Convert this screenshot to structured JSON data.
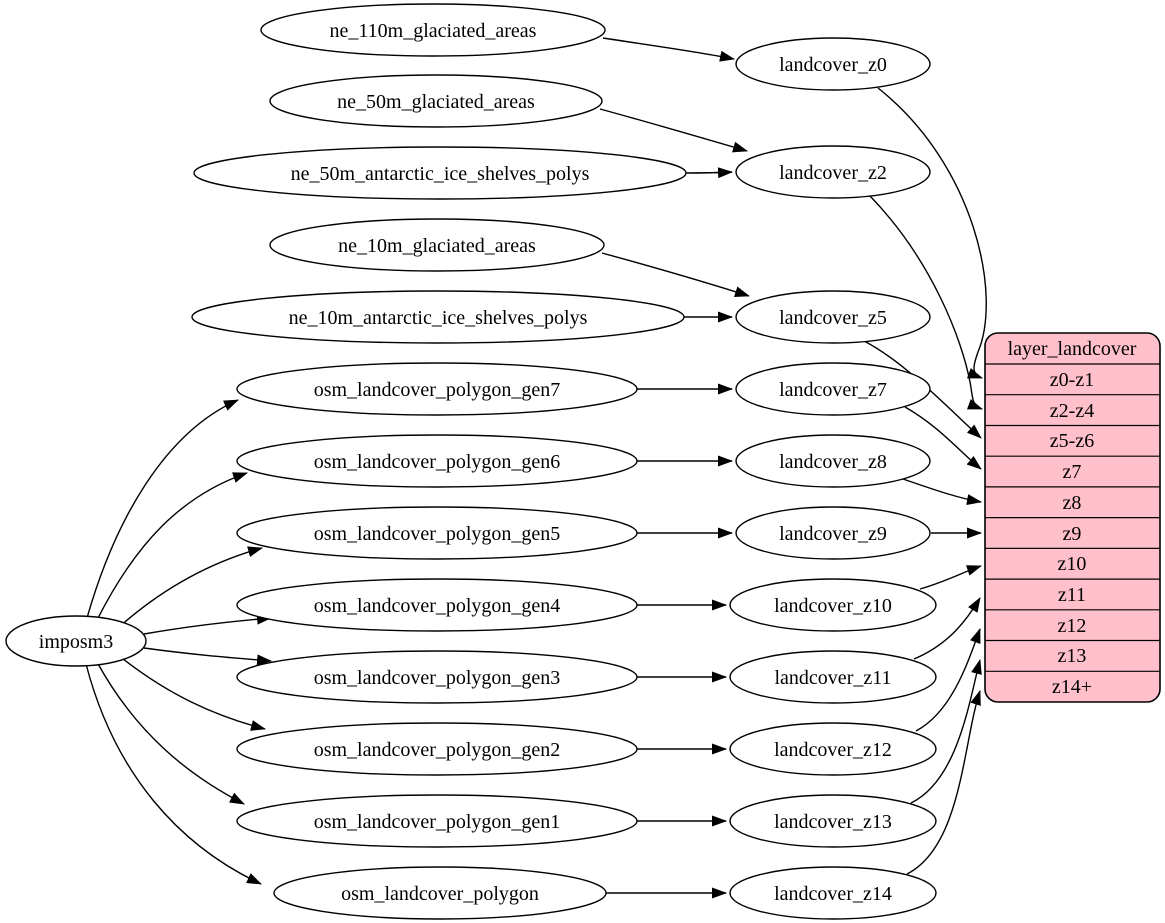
{
  "diagram": {
    "kind": "dependency-graph",
    "background_color": "#ffffff",
    "node_fill_color": "#ffffff",
    "edge_color": "#000000",
    "record_fill_color": "#ffc0cb"
  },
  "nodes": {
    "imposm3": "imposm3",
    "ne_110m_glaciated_areas": "ne_110m_glaciated_areas",
    "ne_50m_glaciated_areas": "ne_50m_glaciated_areas",
    "ne_50m_antarctic_ice_shelves_polys": "ne_50m_antarctic_ice_shelves_polys",
    "ne_10m_glaciated_areas": "ne_10m_glaciated_areas",
    "ne_10m_antarctic_ice_shelves_polys": "ne_10m_antarctic_ice_shelves_polys",
    "osm_landcover_polygon_gen7": "osm_landcover_polygon_gen7",
    "osm_landcover_polygon_gen6": "osm_landcover_polygon_gen6",
    "osm_landcover_polygon_gen5": "osm_landcover_polygon_gen5",
    "osm_landcover_polygon_gen4": "osm_landcover_polygon_gen4",
    "osm_landcover_polygon_gen3": "osm_landcover_polygon_gen3",
    "osm_landcover_polygon_gen2": "osm_landcover_polygon_gen2",
    "osm_landcover_polygon_gen1": "osm_landcover_polygon_gen1",
    "osm_landcover_polygon": "osm_landcover_polygon",
    "landcover_z0": "landcover_z0",
    "landcover_z2": "landcover_z2",
    "landcover_z5": "landcover_z5",
    "landcover_z7": "landcover_z7",
    "landcover_z8": "landcover_z8",
    "landcover_z9": "landcover_z9",
    "landcover_z10": "landcover_z10",
    "landcover_z11": "landcover_z11",
    "landcover_z12": "landcover_z12",
    "landcover_z13": "landcover_z13",
    "landcover_z14": "landcover_z14"
  },
  "record": {
    "title": "layer_landcover",
    "rows": [
      "z0-z1",
      "z2-z4",
      "z5-z6",
      "z7",
      "z8",
      "z9",
      "z10",
      "z11",
      "z12",
      "z13",
      "z14+"
    ]
  },
  "edges": [
    {
      "from": "ne_110m_glaciated_areas",
      "to": "landcover_z0"
    },
    {
      "from": "ne_50m_glaciated_areas",
      "to": "landcover_z2"
    },
    {
      "from": "ne_50m_antarctic_ice_shelves_polys",
      "to": "landcover_z2"
    },
    {
      "from": "ne_10m_glaciated_areas",
      "to": "landcover_z5"
    },
    {
      "from": "ne_10m_antarctic_ice_shelves_polys",
      "to": "landcover_z5"
    },
    {
      "from": "imposm3",
      "to": "osm_landcover_polygon_gen7"
    },
    {
      "from": "imposm3",
      "to": "osm_landcover_polygon_gen6"
    },
    {
      "from": "imposm3",
      "to": "osm_landcover_polygon_gen5"
    },
    {
      "from": "imposm3",
      "to": "osm_landcover_polygon_gen4"
    },
    {
      "from": "imposm3",
      "to": "osm_landcover_polygon_gen3"
    },
    {
      "from": "imposm3",
      "to": "osm_landcover_polygon_gen2"
    },
    {
      "from": "imposm3",
      "to": "osm_landcover_polygon_gen1"
    },
    {
      "from": "imposm3",
      "to": "osm_landcover_polygon"
    },
    {
      "from": "osm_landcover_polygon_gen7",
      "to": "landcover_z7"
    },
    {
      "from": "osm_landcover_polygon_gen6",
      "to": "landcover_z8"
    },
    {
      "from": "osm_landcover_polygon_gen5",
      "to": "landcover_z9"
    },
    {
      "from": "osm_landcover_polygon_gen4",
      "to": "landcover_z10"
    },
    {
      "from": "osm_landcover_polygon_gen3",
      "to": "landcover_z11"
    },
    {
      "from": "osm_landcover_polygon_gen2",
      "to": "landcover_z12"
    },
    {
      "from": "osm_landcover_polygon_gen1",
      "to": "landcover_z13"
    },
    {
      "from": "osm_landcover_polygon",
      "to": "landcover_z14"
    },
    {
      "from": "landcover_z0",
      "to": "layer_landcover",
      "row": "z0-z1"
    },
    {
      "from": "landcover_z2",
      "to": "layer_landcover",
      "row": "z2-z4"
    },
    {
      "from": "landcover_z5",
      "to": "layer_landcover",
      "row": "z5-z6"
    },
    {
      "from": "landcover_z7",
      "to": "layer_landcover",
      "row": "z7"
    },
    {
      "from": "landcover_z8",
      "to": "layer_landcover",
      "row": "z8"
    },
    {
      "from": "landcover_z9",
      "to": "layer_landcover",
      "row": "z9"
    },
    {
      "from": "landcover_z10",
      "to": "layer_landcover",
      "row": "z10"
    },
    {
      "from": "landcover_z11",
      "to": "layer_landcover",
      "row": "z11"
    },
    {
      "from": "landcover_z12",
      "to": "layer_landcover",
      "row": "z12"
    },
    {
      "from": "landcover_z13",
      "to": "layer_landcover",
      "row": "z13"
    },
    {
      "from": "landcover_z14",
      "to": "layer_landcover",
      "row": "z14+"
    }
  ]
}
